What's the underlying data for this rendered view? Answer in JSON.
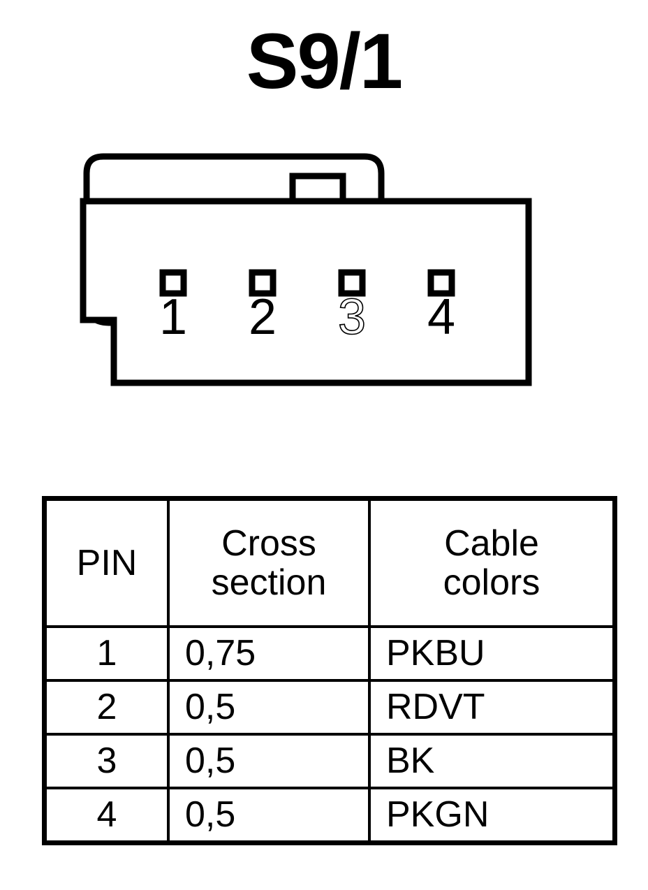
{
  "title": "S9/1",
  "connector": {
    "name": "4-pin connector housing",
    "pin_count": 4,
    "pins": [
      {
        "number": "1",
        "style": "solid"
      },
      {
        "number": "2",
        "style": "solid"
      },
      {
        "number": "3",
        "style": "outline"
      },
      {
        "number": "4",
        "style": "solid"
      }
    ],
    "colors": {
      "stroke": "#000000",
      "fill": "#ffffff"
    }
  },
  "table": {
    "headers": {
      "pin": "PIN",
      "cross_section_line1": "Cross",
      "cross_section_line2": "section",
      "cable_colors_line1": "Cable",
      "cable_colors_line2": "colors"
    },
    "rows": [
      {
        "pin": "1",
        "cross_section": "0,75",
        "cable_colors": "PKBU"
      },
      {
        "pin": "2",
        "cross_section": "0,5",
        "cable_colors": "RDVT"
      },
      {
        "pin": "3",
        "cross_section": "0,5",
        "cable_colors": "BK"
      },
      {
        "pin": "4",
        "cross_section": "0,5",
        "cable_colors": "PKGN"
      }
    ]
  }
}
